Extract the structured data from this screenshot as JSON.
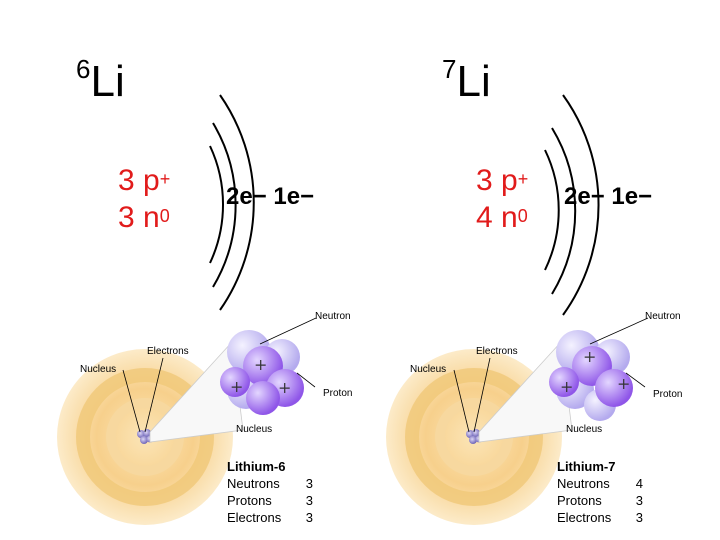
{
  "left": {
    "mass_number": "6",
    "symbol": "Li",
    "protons_count": "3 p",
    "protons_charge": "+",
    "neutrons_count": "3 n",
    "neutrons_charge": "0",
    "shell1": "2e",
    "shell2": "1e",
    "electron_sign": "−",
    "labels": {
      "neutron": "Neutron",
      "electrons": "Electrons",
      "nucleus_atom": "Nucleus",
      "proton": "Proton",
      "nucleus_zoom": "Nucleus"
    },
    "info": {
      "title": "Lithium-6",
      "rows": [
        {
          "k": "Neutrons",
          "v": "3"
        },
        {
          "k": "Protons",
          "v": "3"
        },
        {
          "k": "Electrons",
          "v": "3"
        }
      ]
    }
  },
  "right": {
    "mass_number": "7",
    "symbol": "Li",
    "protons_count": "3 p",
    "protons_charge": "+",
    "neutrons_count": "4 n",
    "neutrons_charge": "0",
    "shell1": "2e",
    "shell2": "1e",
    "electron_sign": "−",
    "labels": {
      "neutron": "Neutron",
      "electrons": "Electrons",
      "nucleus_atom": "Nucleus",
      "proton": "Proton",
      "nucleus_zoom": "Nucleus"
    },
    "info": {
      "title": "Lithium-7",
      "rows": [
        {
          "k": "Neutrons",
          "v": "4"
        },
        {
          "k": "Protons",
          "v": "3"
        },
        {
          "k": "Electrons",
          "v": "3"
        }
      ]
    }
  },
  "colors": {
    "nucleus_text": "#e11b1b",
    "proton": "#a86df0",
    "neutron": "#c9c2f5",
    "atom_glow": "#f7cf86"
  }
}
